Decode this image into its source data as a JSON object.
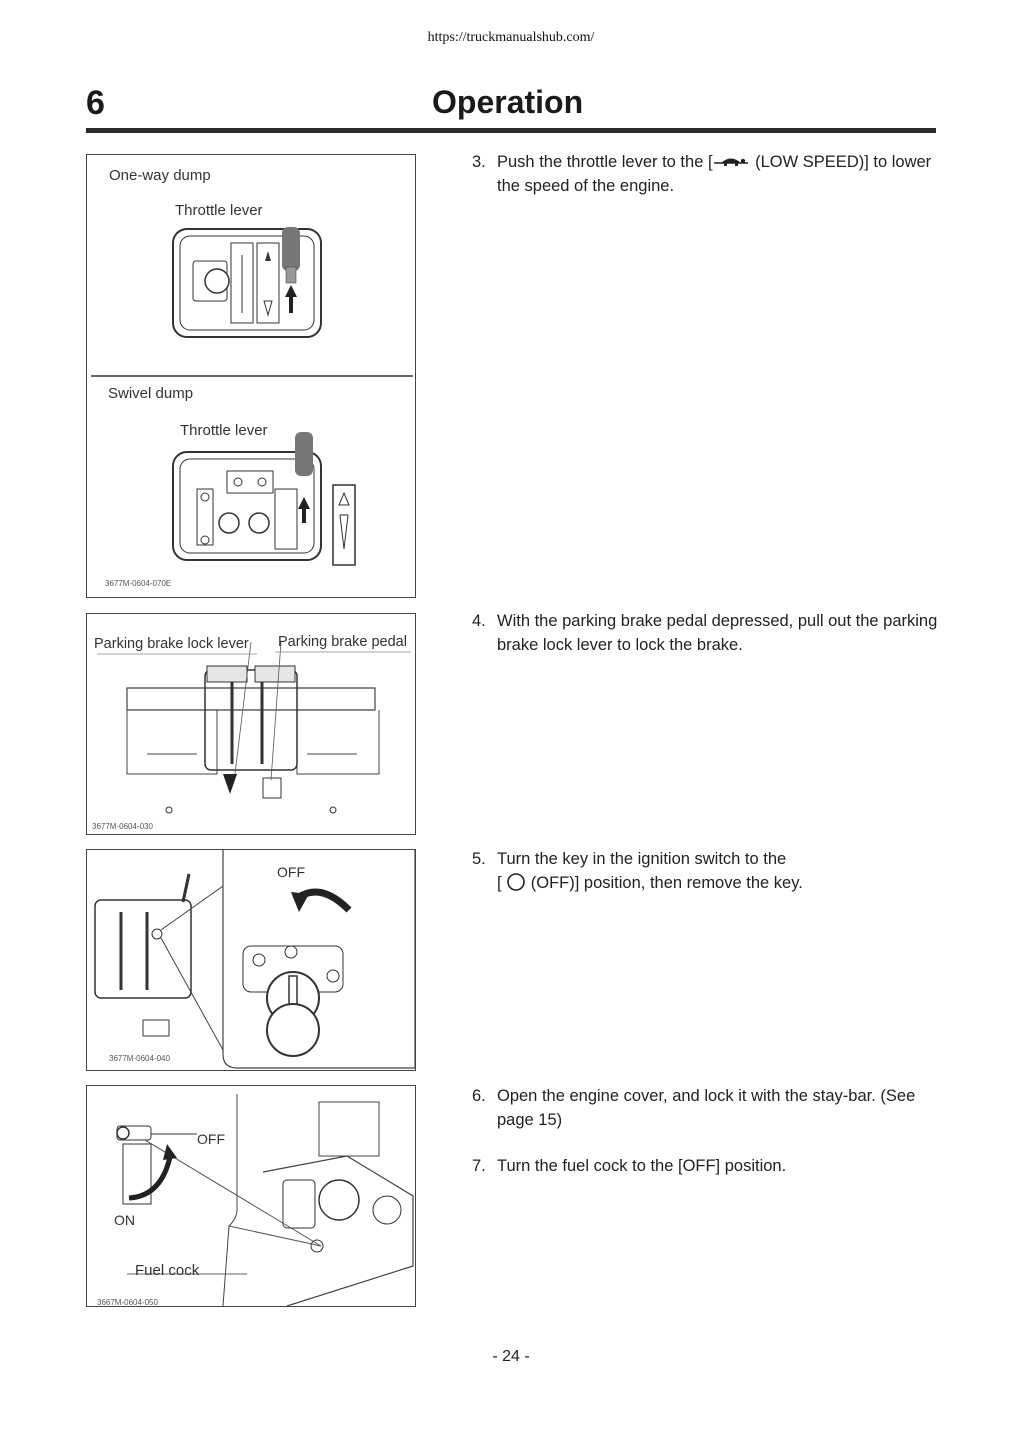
{
  "header": {
    "url": "https://truckmanualshub.com/",
    "chapter_number": "6",
    "title": "Operation"
  },
  "figures": {
    "fig1": {
      "label_top": "One-way dump",
      "throttle_label_top": "Throttle lever",
      "label_bottom": "Swivel dump",
      "throttle_label_bottom": "Throttle lever",
      "code": "3677M-0604-070E"
    },
    "fig2": {
      "label_left": "Parking brake lock lever",
      "label_right": "Parking brake pedal",
      "code": "3677M-0604-030"
    },
    "fig3": {
      "label_off": "OFF",
      "code": "3677M-0604-040"
    },
    "fig4": {
      "label_off": "OFF",
      "label_on": "ON",
      "label_fuel_cock": "Fuel cock",
      "code": "3667M-0604-050"
    }
  },
  "steps": [
    {
      "number": "3.",
      "text_before_icon": "Push the throttle lever to the [",
      "icon": "turtle-icon",
      "text_after_icon": " (LOW SPEED)] to lower the speed of the engine."
    },
    {
      "number": "4.",
      "text": "With the parking brake pedal depressed, pull out the parking brake lock lever to lock the brake."
    },
    {
      "number": "5.",
      "text_line1": "Turn the key in the ignition switch to the",
      "text_before_icon": "[ ",
      "icon": "off-circle-icon",
      "text_after_icon": " (OFF)] position, then remove the key."
    },
    {
      "number": "6.",
      "text": "Open the engine cover, and lock it with the stay-bar. (See page 15)"
    },
    {
      "number": "7.",
      "text": "Turn the fuel cock to the [OFF] position."
    }
  ],
  "footer": {
    "page_number": "- 24 -"
  }
}
